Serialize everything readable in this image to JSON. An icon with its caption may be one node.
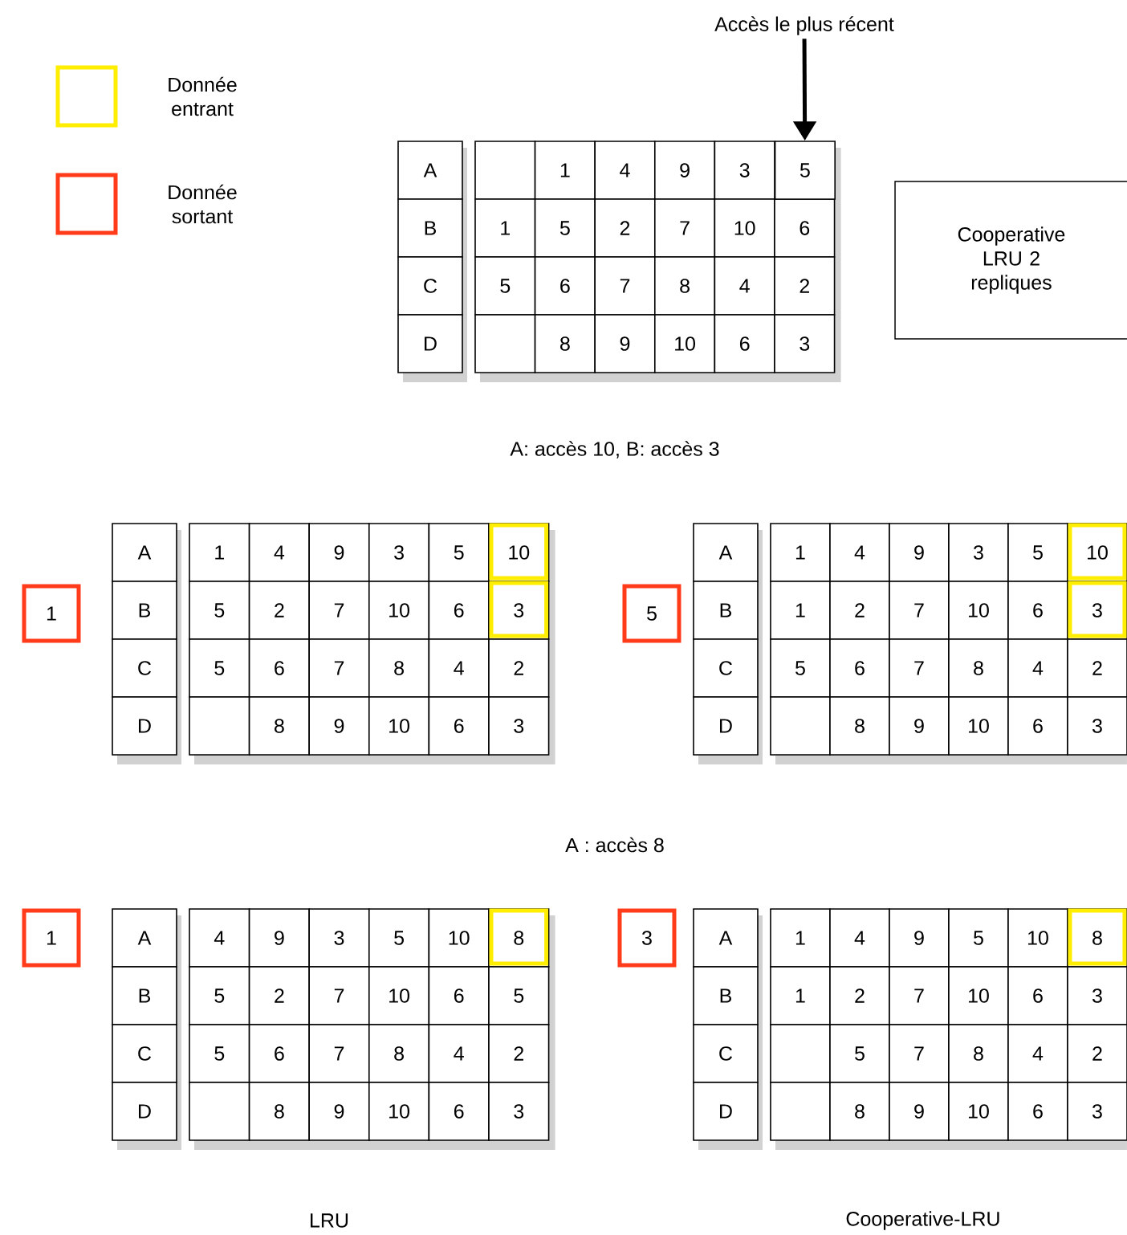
{
  "diagram": {
    "nodes": [
      {
        "text": [
          "Accès le plus récent"
        ]
      },
      {
        "text": [
          "Cooperative LRU 2 repliques"
        ]
      },
      {
        "text": [
          "1"
        ]
      },
      {
        "text": [
          "5"
        ]
      },
      {
        "text": [
          "1"
        ]
      },
      {
        "text": [
          "3"
        ]
      },
      {
        "text": [
          "5"
        ]
      }
    ],
    "edges": [
      {
        "from": 0,
        "to": 6,
        "arrow": "to"
      }
    ],
    "labels": [
      "A",
      "1",
      "4",
      "9",
      "3",
      "B",
      "1",
      "5",
      "2",
      "7",
      "10",
      "6",
      "C",
      "5",
      "6",
      "7",
      "8",
      "4",
      "2",
      "D",
      "8",
      "9",
      "10",
      "6",
      "3",
      "A: accès 10, B: accès 3",
      "A",
      "1",
      "4",
      "9",
      "3",
      "5",
      "10",
      "B",
      "5",
      "2",
      "7",
      "10",
      "6",
      "3",
      "C",
      "5",
      "6",
      "7",
      "8",
      "4",
      "2",
      "D",
      "8",
      "9",
      "10",
      "6",
      "3",
      "A",
      "1",
      "4",
      "9",
      "3",
      "5",
      "10",
      "B",
      "1",
      "2",
      "7",
      "10",
      "6",
      "3",
      "C",
      "5",
      "6",
      "7",
      "8",
      "4",
      "2",
      "D",
      "8",
      "9",
      "10",
      "6",
      "3",
      "A : accès 8",
      "A",
      "4",
      "9",
      "3",
      "5",
      "10",
      "8",
      "B",
      "5",
      "2",
      "7",
      "10",
      "6",
      "5",
      "C",
      "5",
      "6",
      "7",
      "8",
      "4",
      "2",
      "D",
      "8",
      "9",
      "10",
      "6",
      "3",
      "A",
      "1",
      "4",
      "9",
      "5",
      "10",
      "8",
      "B",
      "1",
      "2",
      "7",
      "10",
      "6",
      "3",
      "C",
      "5",
      "7",
      "8",
      "4",
      "2",
      "D",
      "8",
      "9",
      "10",
      "6",
      "3",
      "LRU",
      "Cooperative-LRU"
    ],
    "legend": [
      {
        "text": "Donnée entrant",
        "color": "#ffee00"
      },
      {
        "text": "Donnée sortant",
        "color": "#ff3b1a"
      }
    ]
  }
}
